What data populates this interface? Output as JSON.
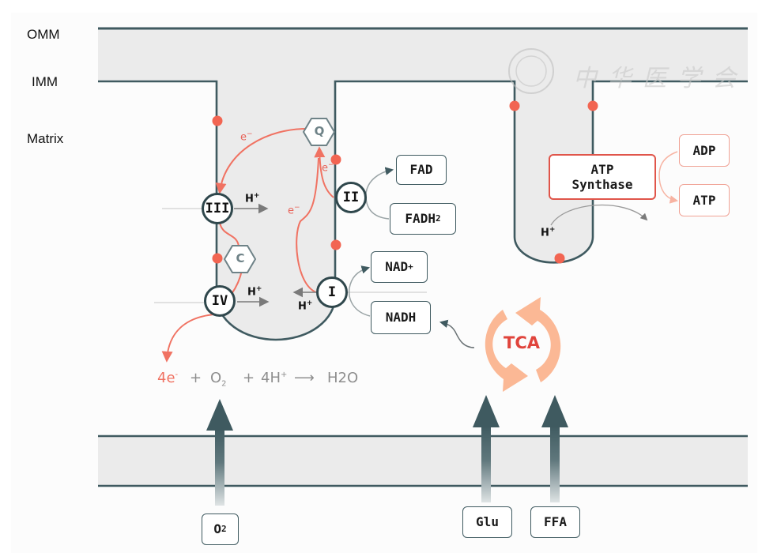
{
  "labels": {
    "omm": "OMM",
    "imm": "IMM",
    "matrix": "Matrix"
  },
  "watermark": {
    "text": "中华医学会"
  },
  "complexes": {
    "c1": "I",
    "c2": "II",
    "c3": "III",
    "c4": "IV"
  },
  "carriers": {
    "q": "Q",
    "c": "C"
  },
  "electron_label": "e",
  "electron_charge": "−",
  "proton": {
    "symbol": "H",
    "charge": "+"
  },
  "boxes": {
    "fad": "FAD",
    "fadh2_base": "FADH",
    "fadh2_sub": "2",
    "nad_base": "NAD",
    "nad_sup": "+",
    "nadh": "NADH",
    "atp_synthase_line1": "ATP",
    "atp_synthase_line2": "Synthase",
    "adp": "ADP",
    "atp": "ATP",
    "o2_base": "O",
    "o2_sub": "2",
    "glu": "Glu",
    "ffa": "FFA"
  },
  "equation": {
    "electrons": "4e",
    "electrons_sup": "-",
    "plus1": "+",
    "oxygen": "O",
    "oxygen_sub": "2",
    "plus2": "+",
    "protons": "4H",
    "protons_sup": "+",
    "arrow": "⟶",
    "product": "H2O"
  },
  "tca": {
    "label": "TCA"
  },
  "colors": {
    "membrane": "#3f5a60",
    "membrane_fill": "#ebebeb",
    "electron_path": "#f07262",
    "dot": "#f26552",
    "tca_arrow": "#fbb895",
    "tca_text": "#e0443c"
  }
}
